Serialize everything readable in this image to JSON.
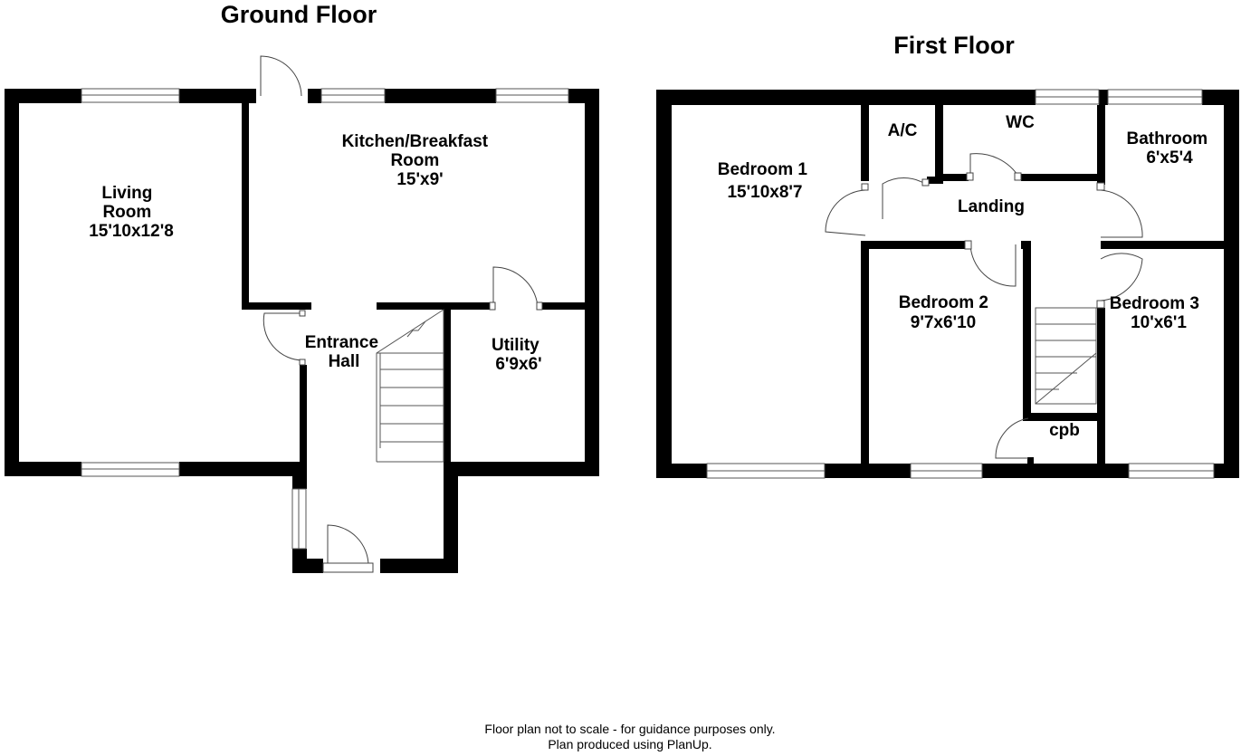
{
  "ground_floor": {
    "title": "Ground Floor",
    "living_room": {
      "name_line1": "Living",
      "name_line2": "Room",
      "dims": "15'10x12'8"
    },
    "kitchen": {
      "name_line1": "Kitchen/Breakfast",
      "name_line2": "Room",
      "dims": "15'x9'"
    },
    "entrance_hall": {
      "name_line1": "Entrance",
      "name_line2": "Hall"
    },
    "utility": {
      "name": "Utility",
      "dims": "6'9x6'"
    }
  },
  "first_floor": {
    "title": "First Floor",
    "bedroom1": {
      "name": "Bedroom 1",
      "dims": "15'10x8'7"
    },
    "ac": {
      "name": "A/C"
    },
    "wc": {
      "name": "WC"
    },
    "bathroom": {
      "name": "Bathroom",
      "dims": "6'x5'4"
    },
    "landing": {
      "name": "Landing"
    },
    "bedroom2": {
      "name": "Bedroom 2",
      "dims": "9'7x6'10"
    },
    "bedroom3": {
      "name": "Bedroom 3",
      "dims": "10'x6'1"
    },
    "cpb": {
      "name": "cpb"
    }
  },
  "footer": {
    "line1": "Floor plan not to scale - for guidance purposes only.",
    "line2": "Plan produced using PlanUp."
  }
}
